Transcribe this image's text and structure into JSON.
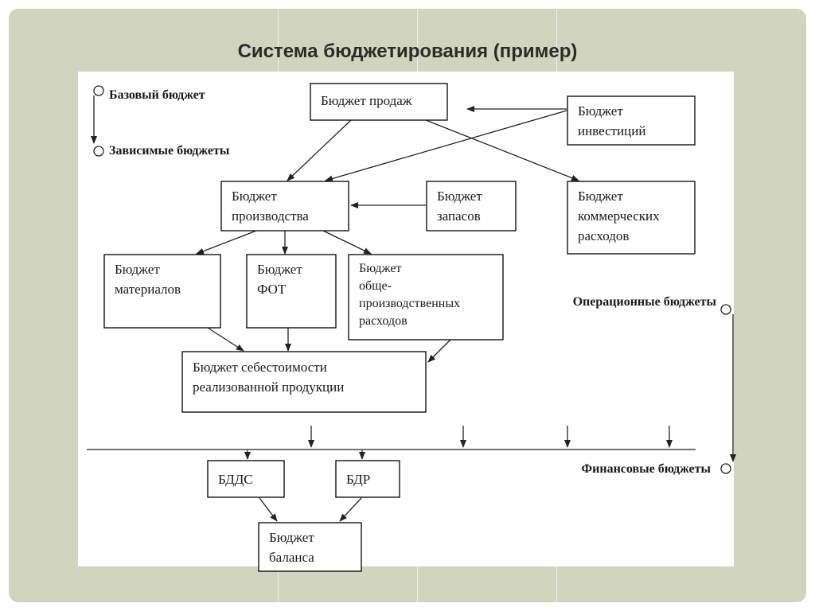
{
  "title": "Система бюджетирования (пример)",
  "legend": {
    "base": "Базовый бюджет",
    "dependent": "Зависимые бюджеты",
    "operational": "Операционные бюджеты",
    "financial": "Финансовые бюджеты"
  },
  "boxes": {
    "sales": [
      "Бюджет продаж"
    ],
    "investments": [
      "Бюджет",
      "инвестиций"
    ],
    "production": [
      "Бюджет",
      "производства"
    ],
    "inventory": [
      "Бюджет",
      "запасов"
    ],
    "commercial": [
      "Бюджет",
      "коммерческих",
      "расходов"
    ],
    "materials": [
      "Бюджет",
      "материалов"
    ],
    "payroll": [
      "Бюджет",
      "ФОТ"
    ],
    "overhead": [
      "Бюджет",
      "обще-",
      "производственных",
      "расходов"
    ],
    "cogs": [
      "Бюджет себестоимости",
      "реализованной продукции"
    ],
    "cashflow": [
      "БДДС"
    ],
    "pnl": [
      "БДР"
    ],
    "balance": [
      "Бюджет",
      "баланса"
    ]
  },
  "colors": {
    "slide_bg": "#d2d5bd",
    "panel_bg": "#ffffff",
    "line": "#222222"
  }
}
